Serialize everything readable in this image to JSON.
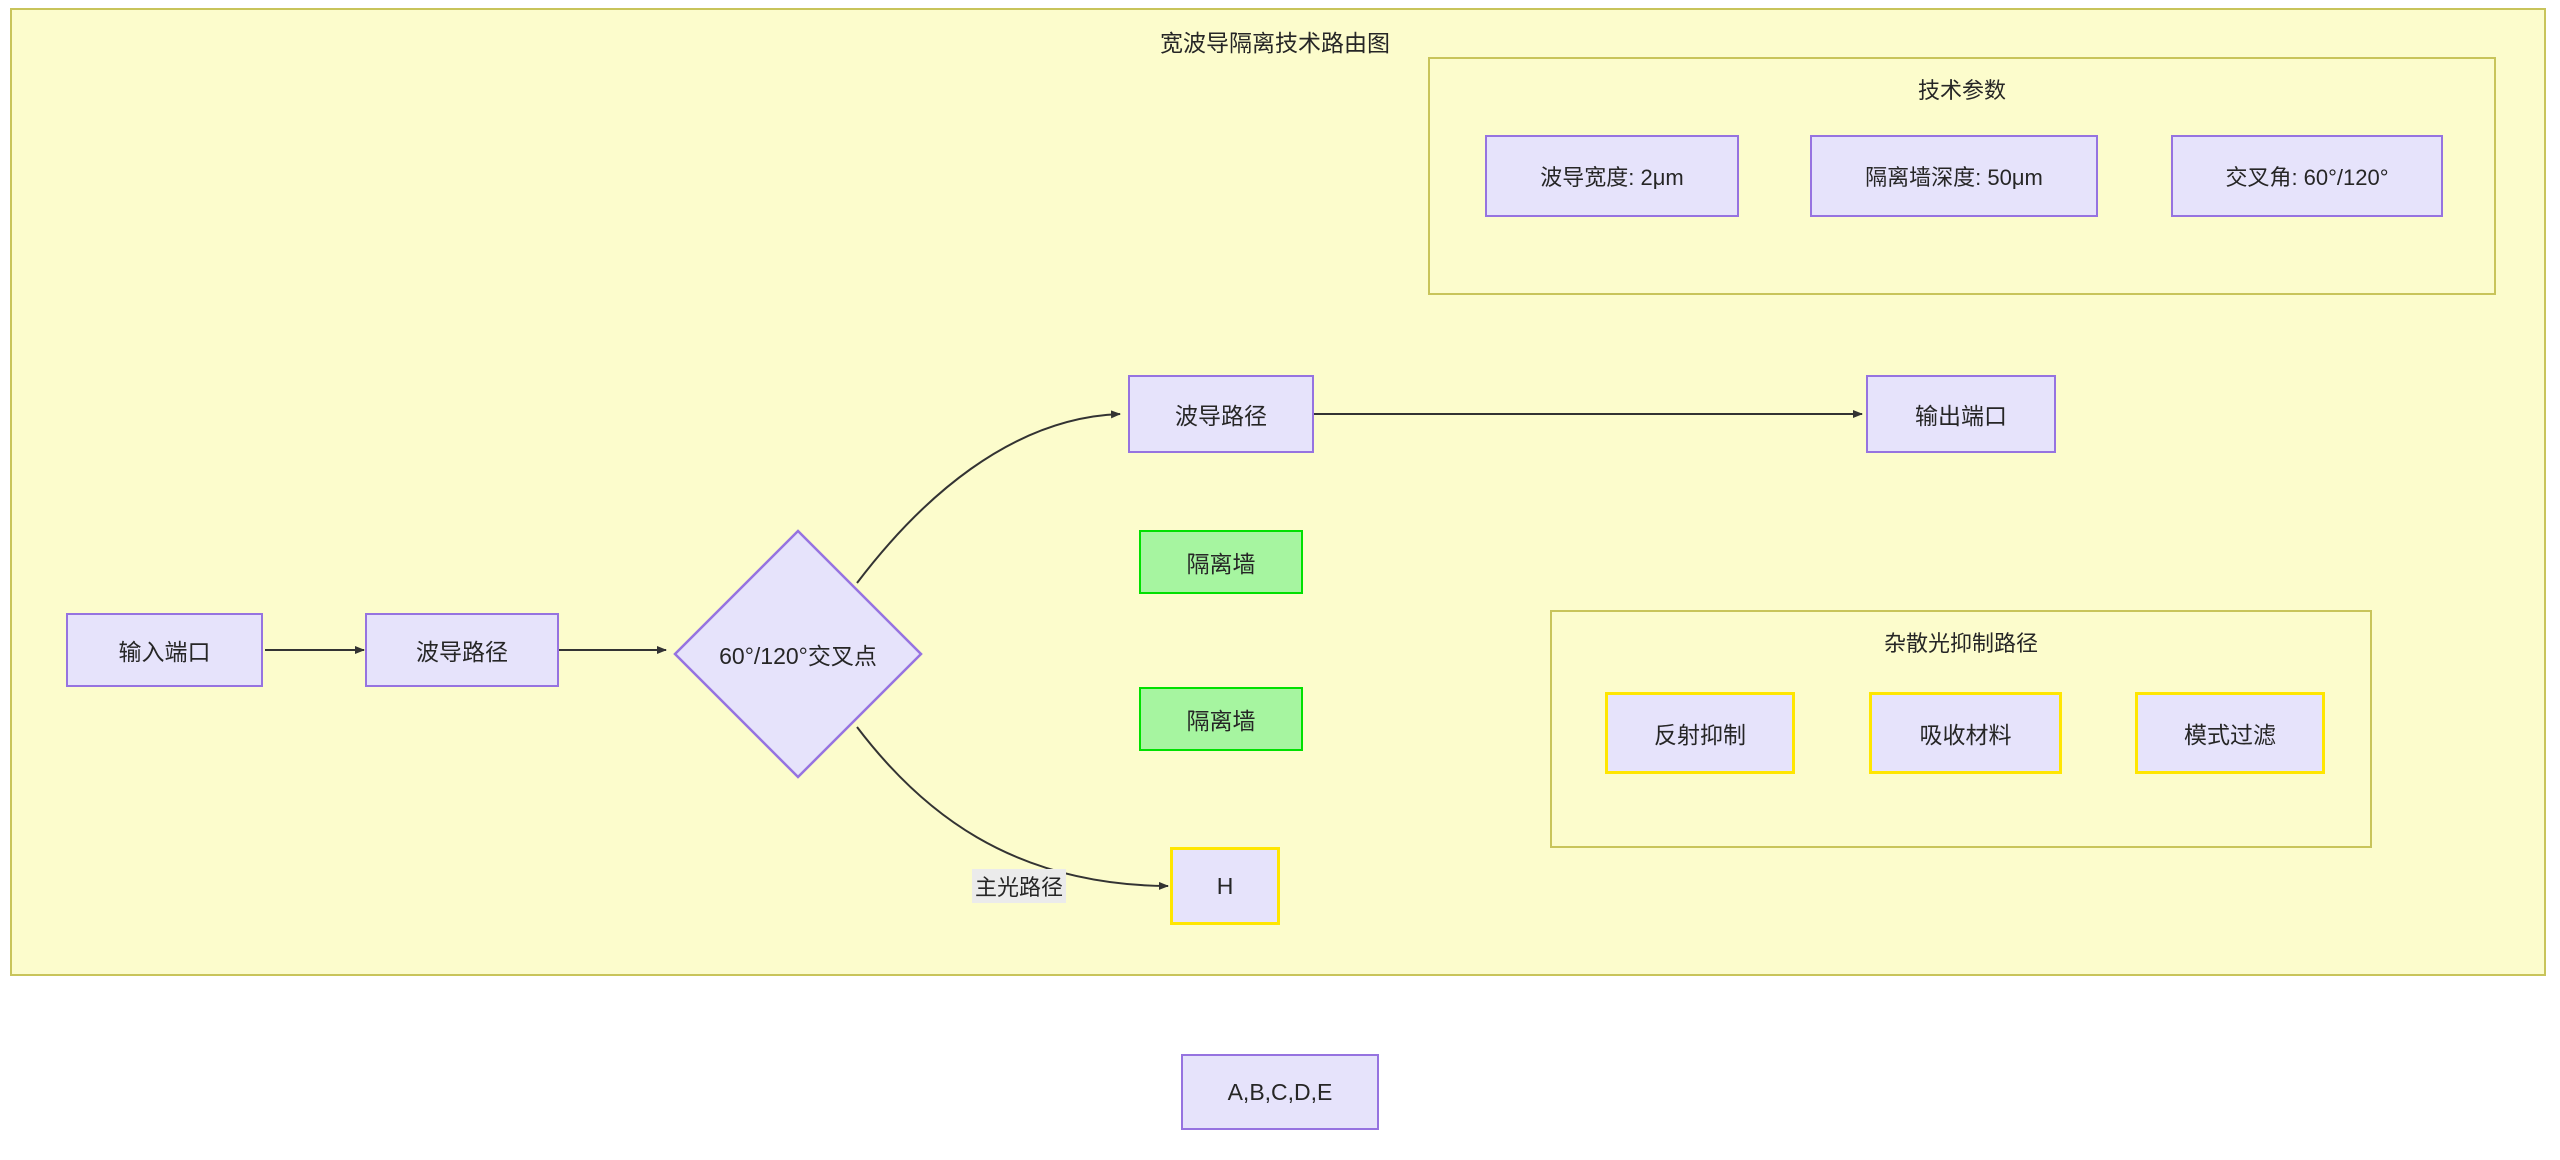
{
  "diagram": {
    "title": "宽波导隔离技术路由图",
    "colors": {
      "container_bg": "#fcfccc",
      "container_border": "#c8c45a",
      "node_purple_fill": "#e6e3fb",
      "node_purple_border": "#9673e0",
      "node_green_fill": "#a6f5a0",
      "node_green_border": "#00e000",
      "node_yellow_border": "#ffe600",
      "edge_stroke": "#333333",
      "edge_label_bg": "#ebebeb"
    }
  },
  "tech_params": {
    "title": "技术参数",
    "items": [
      {
        "label": "波导宽度: 2μm"
      },
      {
        "label": "隔离墙深度: 50μm"
      },
      {
        "label": "交叉角: 60°/120°"
      }
    ]
  },
  "stray_light": {
    "title": "杂散光抑制路径",
    "items": [
      {
        "label": "反射抑制"
      },
      {
        "label": "吸收材料"
      },
      {
        "label": "模式过滤"
      }
    ]
  },
  "flow": {
    "input_port": "输入端口",
    "waveguide_left": "波导路径",
    "crossing": "60°/120°交叉点",
    "waveguide_top": "波导路径",
    "output_port": "输出端口",
    "isolation_wall_1": "隔离墙",
    "isolation_wall_2": "隔离墙",
    "node_h": "H",
    "edge_label_main": "主光路径"
  },
  "legend_node": {
    "label": "A,B,C,D,E"
  }
}
